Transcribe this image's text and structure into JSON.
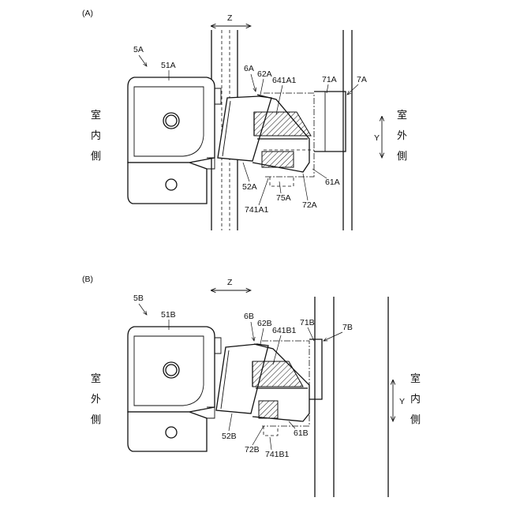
{
  "panels": [
    {
      "id": "A",
      "panel_label": "(A)",
      "z_label": "Z",
      "y_label": "Y",
      "side_left": [
        "室",
        "内",
        "側"
      ],
      "side_right": [
        "室",
        "外",
        "側"
      ],
      "refs": {
        "r5": "5A",
        "r51": "51A",
        "r52": "52A",
        "r6": "6A",
        "r62": "62A",
        "r641": "641A1",
        "r71": "71A",
        "r7": "7A",
        "r61": "61A",
        "r72": "72A",
        "r75": "75A",
        "r741": "741A1"
      }
    },
    {
      "id": "B",
      "panel_label": "(B)",
      "z_label": "Z",
      "y_label": "Y",
      "side_left": [
        "室",
        "外",
        "側"
      ],
      "side_right": [
        "室",
        "内",
        "側"
      ],
      "refs": {
        "r5": "5B",
        "r51": "51B",
        "r52": "52B",
        "r6": "6B",
        "r62": "62B",
        "r641": "641B1",
        "r71": "71B",
        "r7": "7B",
        "r61": "61B",
        "r72": "72B",
        "r741": "741B1"
      }
    }
  ]
}
